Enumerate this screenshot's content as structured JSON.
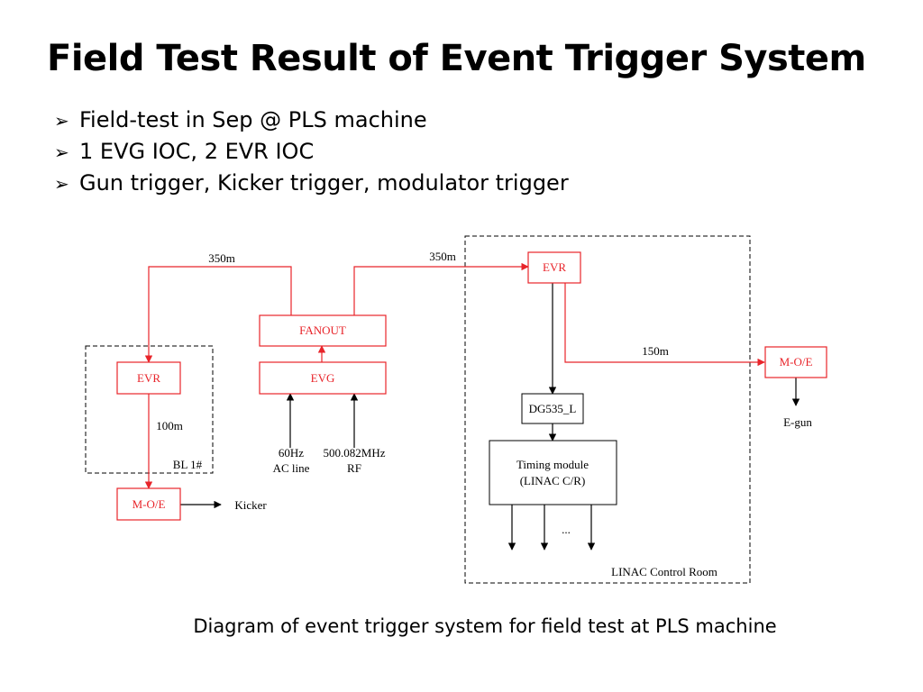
{
  "slide": {
    "title": "Field Test Result of Event Trigger System",
    "bullets": [
      "Field-test in Sep @ PLS machine",
      "1 EVG IOC, 2 EVR IOC",
      "Gun trigger, Kicker trigger, modulator trigger"
    ],
    "bullet_icon": "arrowhead-bullet-icon",
    "caption": "Diagram of event trigger system for field test at PLS machine"
  },
  "diagram": {
    "colors": {
      "signal": "#e8242a",
      "block": "#e8242a",
      "plain": "#000000"
    },
    "nodes": {
      "fanout": "FANOUT",
      "evg": "EVG",
      "evr_left": "EVR",
      "moe_left": "M-O/E",
      "evr_right": "EVR",
      "moe_right": "M-O/E",
      "dg535": "DG535_L",
      "timing_line1": "Timing module",
      "timing_line2": "(LINAC  C/R)"
    },
    "labels": {
      "dist_left": "350m",
      "dist_right": "350m",
      "dist_150": "150m",
      "dist_100": "100m",
      "bl_box": "BL 1#",
      "room_box": "LINAC Control Room",
      "kicker": "Kicker",
      "egun": "E-gun",
      "ac_line1": "60Hz",
      "ac_line2": "AC line",
      "rf_line1": "500.082MHz",
      "rf_line2": "RF",
      "ellipsis": "..."
    }
  }
}
